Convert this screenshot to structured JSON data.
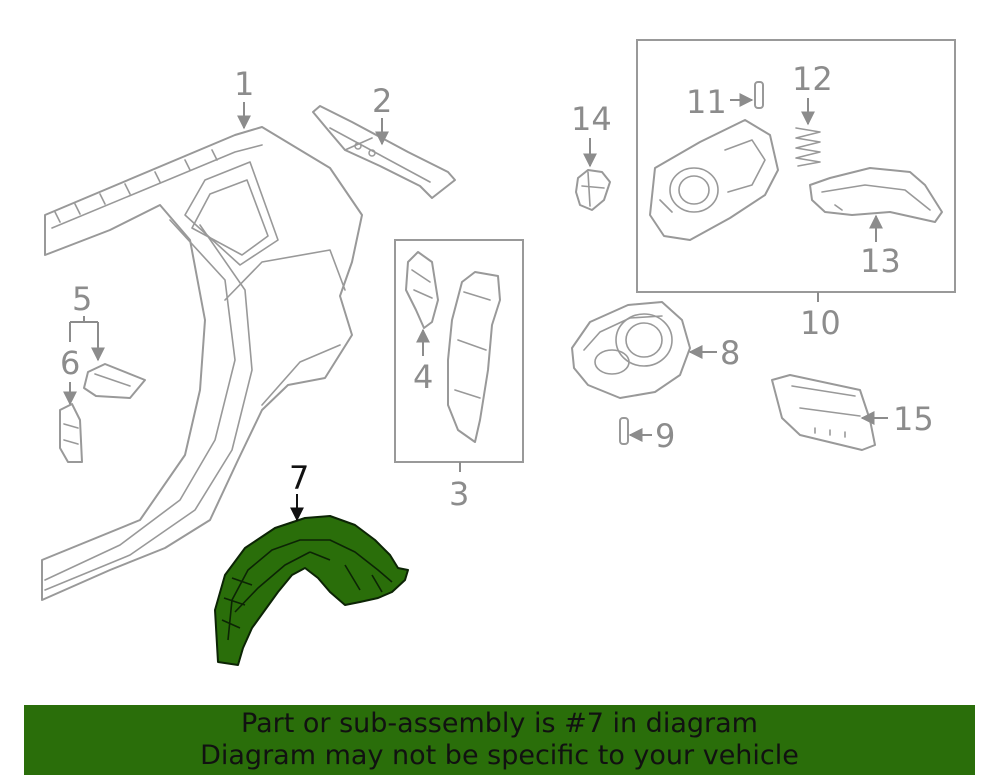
{
  "colors": {
    "highlight_fill": "#2a6e0a",
    "banner_background": "#2a6e0a",
    "line_art": "#999999",
    "label_gray": "#8c8c8c",
    "label_highlight": "#111111"
  },
  "callouts": {
    "c1": "1",
    "c2": "2",
    "c3": "3",
    "c4": "4",
    "c5": "5",
    "c6": "6",
    "c7": "7",
    "c8": "8",
    "c9": "9",
    "c10": "10",
    "c11": "11",
    "c12": "12",
    "c13": "13",
    "c14": "14",
    "c15": "15"
  },
  "highlighted_part": "7",
  "banner": {
    "line1": "Part or sub-assembly is #7 in diagram",
    "line2": "Diagram may not be specific to your vehicle"
  }
}
